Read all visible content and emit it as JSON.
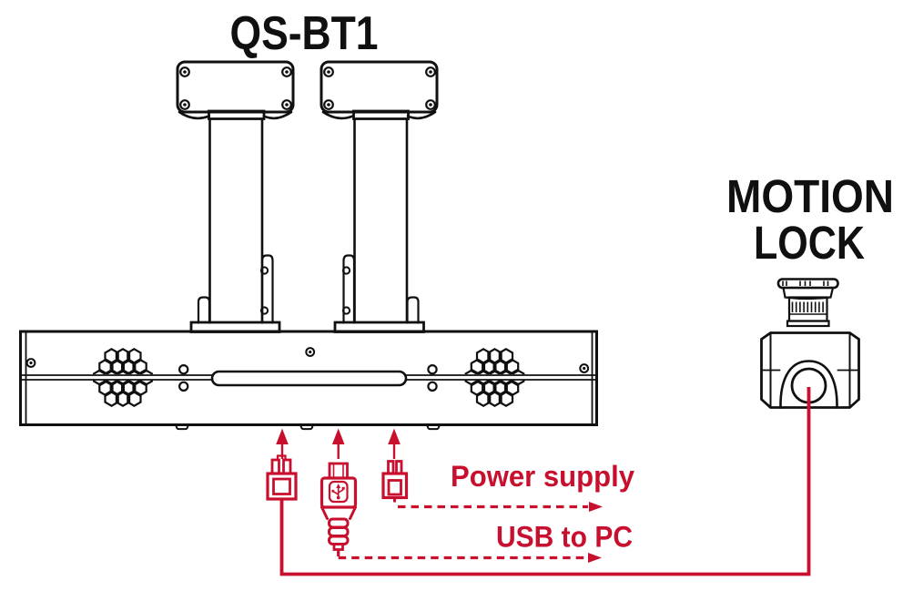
{
  "colors": {
    "ink": "#101010",
    "accent": "#C8102E",
    "background": "#ffffff"
  },
  "diagram": {
    "title": "QS-BT1",
    "motion_lock": {
      "line1": "MOTION",
      "line2": "LOCK"
    },
    "connections": {
      "power_supply": "Power supply",
      "usb_to_pc": "USB to PC"
    }
  },
  "icons": {
    "motor_plug": "motor-plug-icon",
    "usb_plug": "usb-plug-icon",
    "power_plug": "power-plug-icon",
    "emergency_stop": "estop-button-icon",
    "up_arrow": "up-arrow-icon",
    "vent_grille": "hex-vent-icon"
  }
}
